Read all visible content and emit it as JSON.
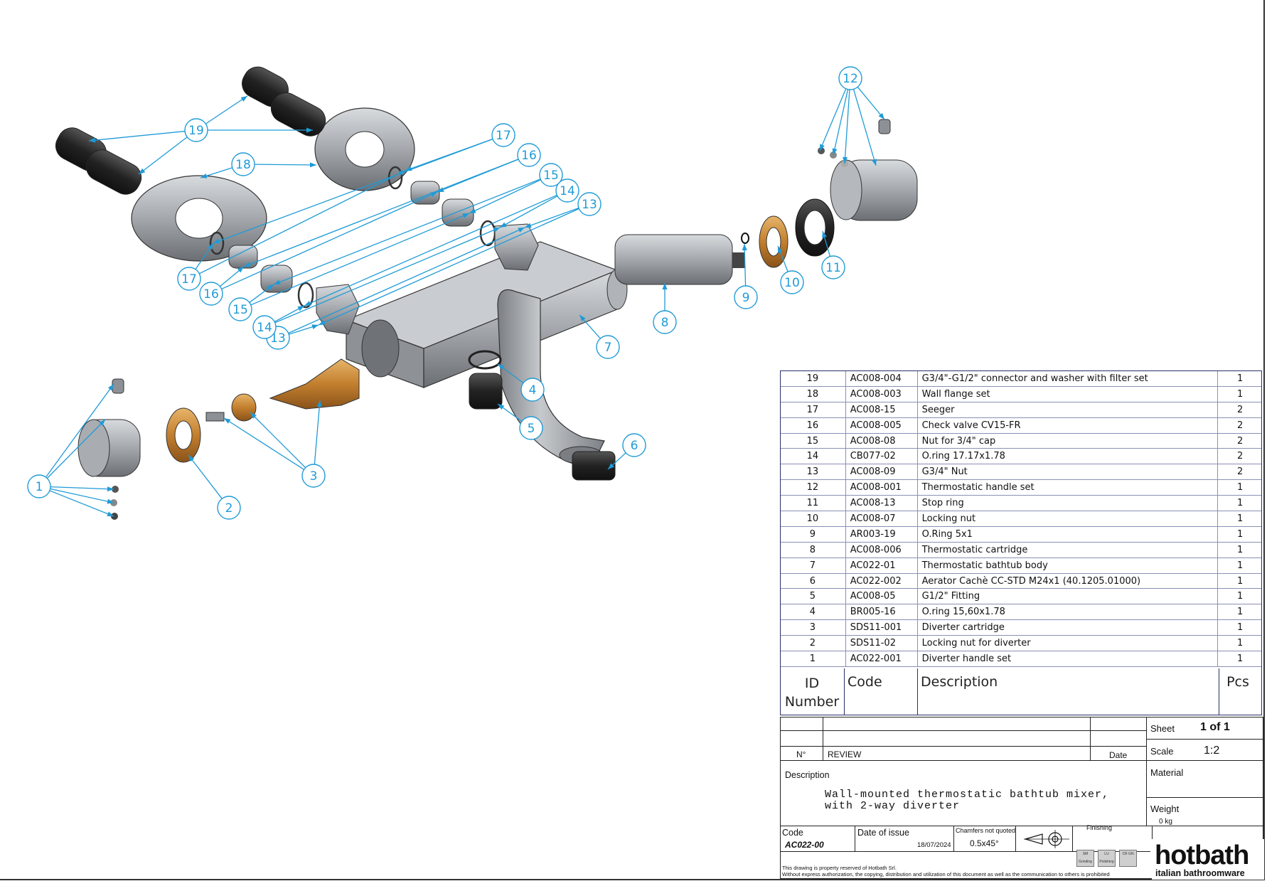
{
  "balloons": [
    "1",
    "2",
    "3",
    "4",
    "5",
    "6",
    "7",
    "8",
    "9",
    "10",
    "11",
    "12",
    "13",
    "14",
    "15",
    "16",
    "17",
    "18",
    "19"
  ],
  "bom": {
    "headers": {
      "id": "ID Number",
      "code": "Code",
      "description": "Description",
      "pcs": "Pcs"
    },
    "rows": [
      {
        "id": "19",
        "code": "AC008-004",
        "description": "G3/4\"-G1/2\" connector and washer with filter set",
        "pcs": "1"
      },
      {
        "id": "18",
        "code": "AC008-003",
        "description": "Wall flange set",
        "pcs": "1"
      },
      {
        "id": "17",
        "code": "AC008-15",
        "description": "Seeger",
        "pcs": "2"
      },
      {
        "id": "16",
        "code": "AC008-005",
        "description": "Check valve CV15-FR",
        "pcs": "2"
      },
      {
        "id": "15",
        "code": "AC008-08",
        "description": "Nut for 3/4\" cap",
        "pcs": "2"
      },
      {
        "id": "14",
        "code": "CB077-02",
        "description": "O.ring 17.17x1.78",
        "pcs": "2"
      },
      {
        "id": "13",
        "code": "AC008-09",
        "description": "G3/4\" Nut",
        "pcs": "2"
      },
      {
        "id": "12",
        "code": "AC008-001",
        "description": "Thermostatic handle set",
        "pcs": "1"
      },
      {
        "id": "11",
        "code": "AC008-13",
        "description": "Stop ring",
        "pcs": "1"
      },
      {
        "id": "10",
        "code": "AC008-07",
        "description": "Locking nut",
        "pcs": "1"
      },
      {
        "id": "9",
        "code": "AR003-19",
        "description": "O.Ring 5x1",
        "pcs": "1"
      },
      {
        "id": "8",
        "code": "AC008-006",
        "description": "Thermostatic cartridge",
        "pcs": "1"
      },
      {
        "id": "7",
        "code": "AC022-01",
        "description": "Thermostatic bathtub body",
        "pcs": "1"
      },
      {
        "id": "6",
        "code": "AC022-002",
        "description": "Aerator Cachè CC-STD M24x1 (40.1205.01000)",
        "pcs": "1"
      },
      {
        "id": "5",
        "code": "AC008-05",
        "description": "G1/2\" Fitting",
        "pcs": "1"
      },
      {
        "id": "4",
        "code": "BR005-16",
        "description": "O.ring 15,60x1.78",
        "pcs": "1"
      },
      {
        "id": "3",
        "code": "SDS11-001",
        "description": "Diverter cartridge",
        "pcs": "1"
      },
      {
        "id": "2",
        "code": "SDS11-02",
        "description": "Locking nut for diverter",
        "pcs": "1"
      },
      {
        "id": "1",
        "code": "AC022-001",
        "description": "Diverter handle set",
        "pcs": "1"
      }
    ]
  },
  "title_block": {
    "sheet_label": "Sheet",
    "sheet_value": "1 of 1",
    "scale_label": "Scale",
    "scale_value": "1:2",
    "material_label": "Material",
    "weight_label": "Weight",
    "weight_value": "0 kg",
    "no_label": "N°",
    "review_label": "REVIEW",
    "date_label": "Date",
    "description_label": "Description",
    "description_line1": "Wall-mounted thermostatic bathtub mixer,",
    "description_line2": "with 2-way diverter",
    "code_label": "Code",
    "code_value": "AC022-00",
    "date_issue_label": "Date of issue",
    "date_issue_value": "18/07/2024",
    "chamfers_label": "Chamfers not quoted",
    "chamfers_value": "0.5x45°",
    "finishing_label": "Finishing",
    "finishing_options": [
      "SM Grinding",
      "LU Polishing",
      "CR GN"
    ],
    "footer_line1": "This drawing is property reserved of Hotbath Srl.",
    "footer_line2": "Without express authorization, the copying, distribution and utilization of this document as well as the communication to others is prohibited",
    "logo_main": "hotbath",
    "logo_sub": "italian bathroomware"
  },
  "colors": {
    "leader": "#1f9bd7",
    "chrome": "#9a9ea4",
    "brass": "#c58a3a",
    "table_border": "#2a2f6a"
  }
}
